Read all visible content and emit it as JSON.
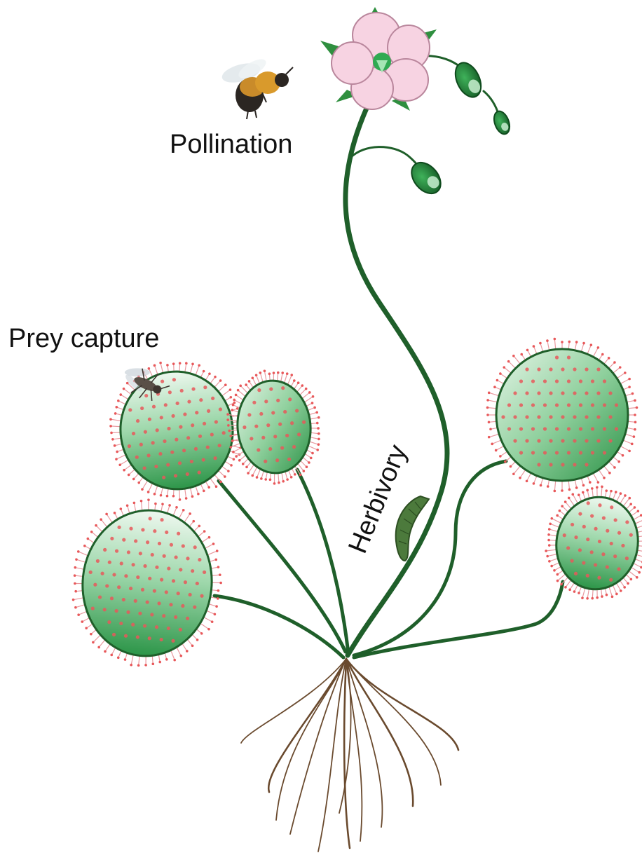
{
  "labels": {
    "pollination": "Pollination",
    "prey_capture": "Prey capture",
    "herbivory": "Herbivory"
  },
  "colors": {
    "stem": "#1f5f2a",
    "leaf_light": "#e9f6ea",
    "leaf_dark": "#2f9a4a",
    "gland": "#e8585a",
    "tentacle": "#e89aa0",
    "petal": "#f7d3e2",
    "petal_edge": "#b9869c",
    "root": "#6a4a2e",
    "bud": "#1f7a36",
    "caterpillar": "#4c7a3c"
  },
  "icons": [
    "bee-icon",
    "fly-icon",
    "caterpillar-icon",
    "flower-icon",
    "bud-icon",
    "root-icon"
  ]
}
